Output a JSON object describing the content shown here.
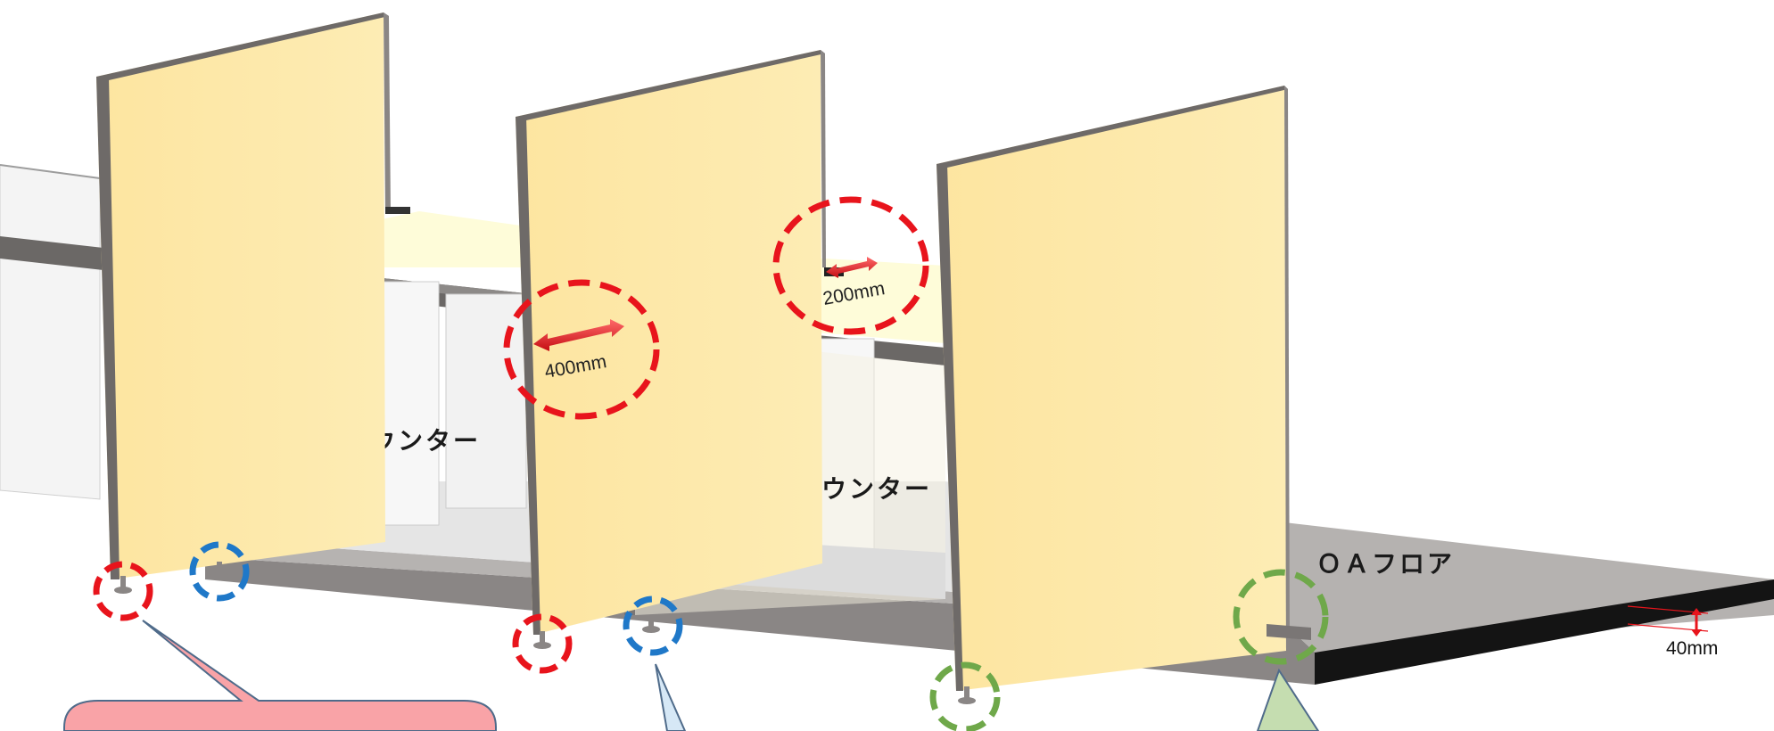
{
  "labels": {
    "counter_1": "ローカウンター",
    "counter_2": "ローカウンター",
    "oa_floor": "ＯＡフロア",
    "dim_400": "400mm",
    "dim_200": "200mm",
    "dim_40": "40mm"
  },
  "colors": {
    "panel_fill": "#fde9a6",
    "panel_edge": "#6e6a68",
    "counter_top": "#fefcd9",
    "floor_top": "#b5b2b0",
    "floor_edge": "#141414",
    "marker_red": "#e8141c",
    "marker_blue": "#1f78c8",
    "marker_green": "#6fa84a",
    "callout_red": "#f9a3a7",
    "callout_blue": "#d6e8f6",
    "callout_green": "#c5ddb0"
  },
  "icons": {
    "adjuster_foot": "leveling-foot-icon",
    "dimension_arrow": "double-arrow-icon"
  }
}
